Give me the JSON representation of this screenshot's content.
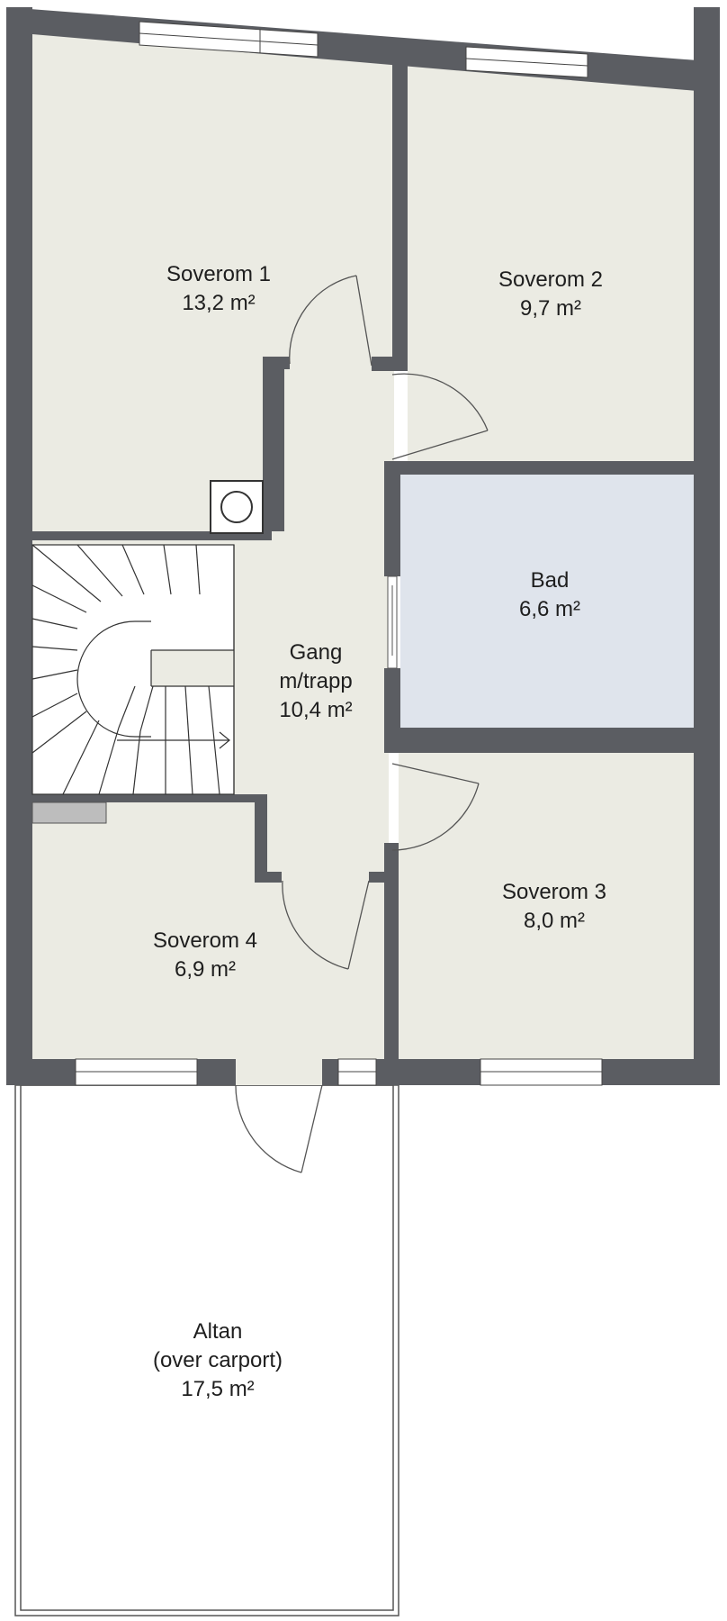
{
  "colors": {
    "wall": "#5b5d62",
    "floor": "#ebebe3",
    "bath": "#dfe4ec",
    "window": "#ffffff",
    "line": "#444444",
    "cabinet": "#bdbdbd"
  },
  "rooms": {
    "soverom1": {
      "name": "Soverom 1",
      "area": "13,2 m²"
    },
    "soverom2": {
      "name": "Soverom 2",
      "area": "9,7 m²"
    },
    "bad": {
      "name": "Bad",
      "area": "6,6 m²"
    },
    "gang": {
      "name_line1": "Gang",
      "name_line2": "m/trapp",
      "area": "10,4 m²"
    },
    "soverom3": {
      "name": "Soverom 3",
      "area": "8,0 m²"
    },
    "soverom4": {
      "name": "Soverom 4",
      "area": "6,9 m²"
    },
    "altan": {
      "name_line1": "Altan",
      "name_line2": "(over carport)",
      "area": "17,5 m²"
    }
  }
}
